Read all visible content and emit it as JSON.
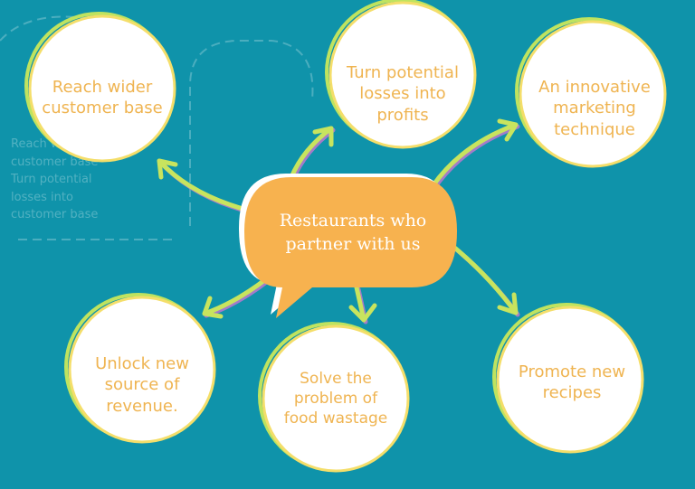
{
  "colors": {
    "background": "#0f93aa",
    "circle_fill": "#ffffff",
    "circle_outline_green": "#bfe35f",
    "circle_outline_yellow": "#f4de6a",
    "text_orange": "#efb451",
    "bubble_fill": "#f7b24f",
    "arrow_green": "#c8e45e",
    "arrow_violet": "#a37cc9"
  },
  "center": {
    "text": "Restaurants who\npartner with us"
  },
  "nodes": [
    {
      "id": "reach",
      "text": "Reach wider\ncustomer base"
    },
    {
      "id": "losses",
      "text": "Turn potential\nlosses into\nprofits"
    },
    {
      "id": "marketing",
      "text": "An innovative\nmarketing\ntechnique"
    },
    {
      "id": "revenue",
      "text": "Unlock new\nsource of\nrevenue."
    },
    {
      "id": "wastage",
      "text": "Solve the\nproblem of\nfood wastage"
    },
    {
      "id": "recipes",
      "text": "Promote new\nrecipes"
    }
  ],
  "ghost": {
    "text": "Reach wider\ncustomer base\nTurn potential\nlosses into\ncustomer base"
  }
}
